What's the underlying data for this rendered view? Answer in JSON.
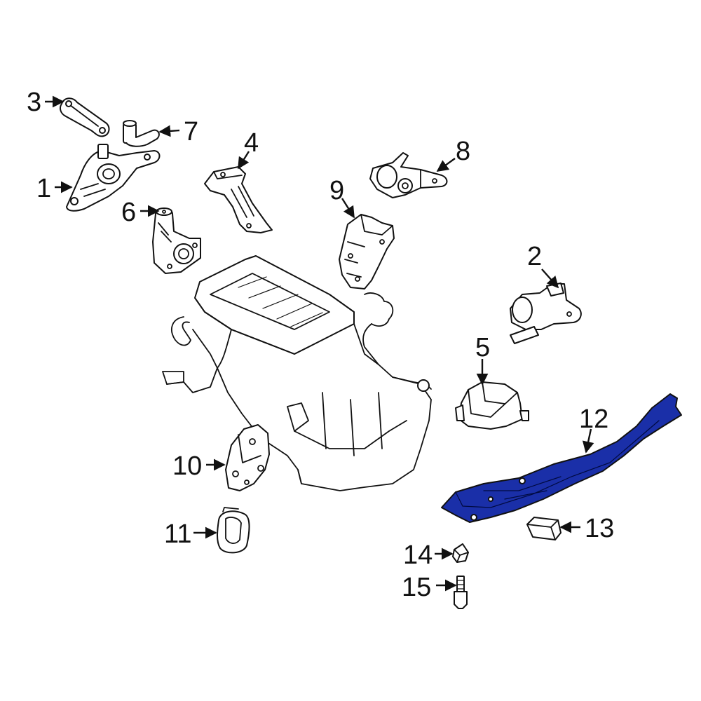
{
  "diagram": {
    "highlight_color": "#1a2fa8",
    "line_color": "#111111",
    "background": "#ffffff",
    "highlighted_part": "12",
    "callouts": [
      {
        "id": "c1",
        "label": "1"
      },
      {
        "id": "c2",
        "label": "2"
      },
      {
        "id": "c3",
        "label": "3"
      },
      {
        "id": "c4",
        "label": "4"
      },
      {
        "id": "c5",
        "label": "5"
      },
      {
        "id": "c6",
        "label": "6"
      },
      {
        "id": "c7",
        "label": "7"
      },
      {
        "id": "c8",
        "label": "8"
      },
      {
        "id": "c9",
        "label": "9"
      },
      {
        "id": "c10",
        "label": "10"
      },
      {
        "id": "c11",
        "label": "11"
      },
      {
        "id": "c12",
        "label": "12"
      },
      {
        "id": "c13",
        "label": "13"
      },
      {
        "id": "c14",
        "label": "14"
      },
      {
        "id": "c15",
        "label": "15"
      }
    ]
  }
}
